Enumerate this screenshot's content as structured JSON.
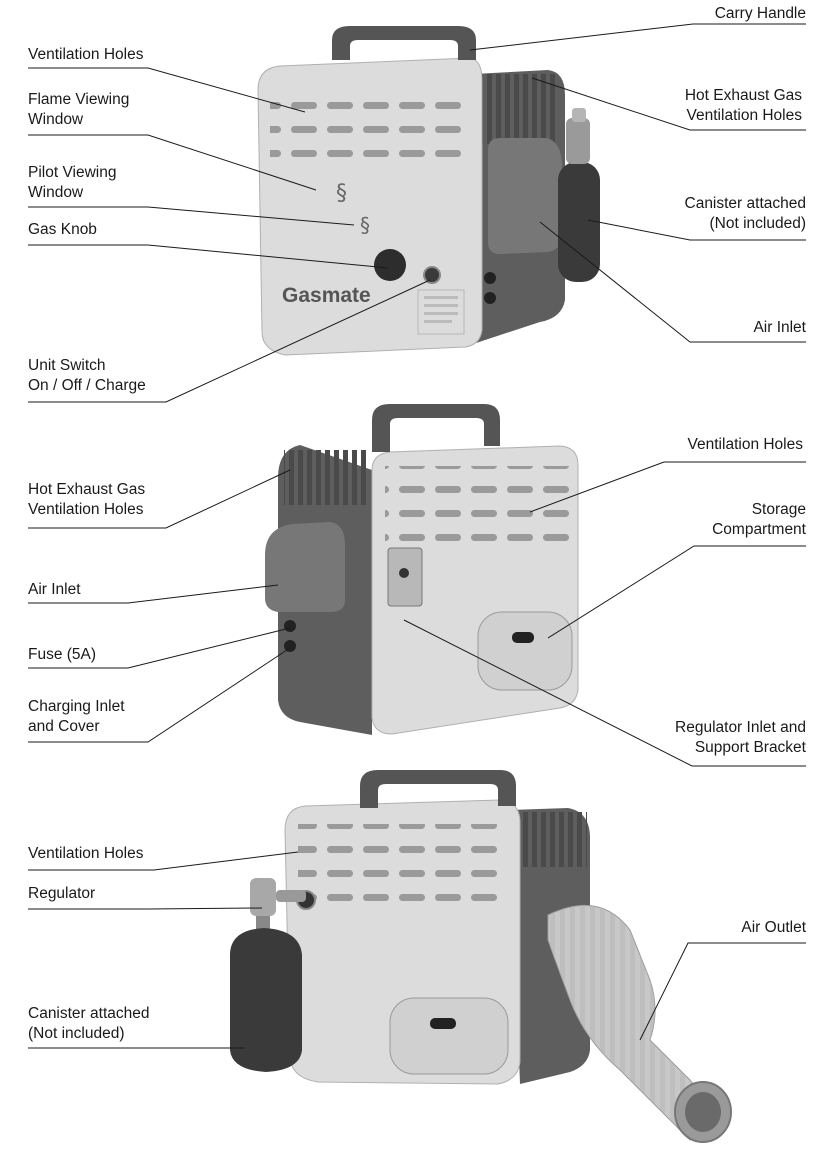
{
  "brand": "Gasmate",
  "views": [
    {
      "name": "front-view",
      "labels": [
        {
          "id": "carry-handle",
          "lines": [
            "Carry Handle"
          ]
        },
        {
          "id": "ventilation-holes",
          "lines": [
            "Ventilation Holes"
          ]
        },
        {
          "id": "hot-exhaust-gas-ventilation-holes",
          "lines": [
            "Hot Exhaust Gas",
            "Ventilation Holes"
          ]
        },
        {
          "id": "flame-viewing-window",
          "lines": [
            "Flame Viewing",
            "Window"
          ]
        },
        {
          "id": "pilot-viewing-window",
          "lines": [
            "Pilot Viewing",
            "Window"
          ]
        },
        {
          "id": "canister-attached",
          "lines": [
            "Canister attached",
            "(Not included)"
          ]
        },
        {
          "id": "gas-knob",
          "lines": [
            "Gas Knob"
          ]
        },
        {
          "id": "air-inlet",
          "lines": [
            "Air Inlet"
          ]
        },
        {
          "id": "unit-switch",
          "lines": [
            "Unit Switch",
            "On / Off / Charge"
          ]
        }
      ]
    },
    {
      "name": "side-view",
      "labels": [
        {
          "id": "ventilation-holes",
          "lines": [
            "Ventilation Holes"
          ]
        },
        {
          "id": "hot-exhaust-gas-ventilation-holes",
          "lines": [
            "Hot Exhaust Gas",
            "Ventilation Holes"
          ]
        },
        {
          "id": "storage-compartment",
          "lines": [
            "Storage",
            "Compartment"
          ]
        },
        {
          "id": "air-inlet",
          "lines": [
            "Air Inlet"
          ]
        },
        {
          "id": "fuse",
          "lines": [
            "Fuse (5A)"
          ]
        },
        {
          "id": "charging-inlet-and-cover",
          "lines": [
            "Charging Inlet",
            "and Cover"
          ]
        },
        {
          "id": "regulator-inlet-and-support-bracket",
          "lines": [
            "Regulator Inlet and",
            "Support Bracket"
          ]
        }
      ]
    },
    {
      "name": "rear-view",
      "labels": [
        {
          "id": "ventilation-holes",
          "lines": [
            "Ventilation Holes"
          ]
        },
        {
          "id": "regulator",
          "lines": [
            "Regulator"
          ]
        },
        {
          "id": "air-outlet",
          "lines": [
            "Air Outlet"
          ]
        },
        {
          "id": "canister-attached",
          "lines": [
            "Canister attached",
            "(Not included)"
          ]
        }
      ]
    }
  ],
  "colors": {
    "panel": "#dcdcdc",
    "body_dark": "#5e5e5e",
    "handle": "#555555",
    "hose": "#c8c8c8",
    "line": "#1a1a1a"
  }
}
